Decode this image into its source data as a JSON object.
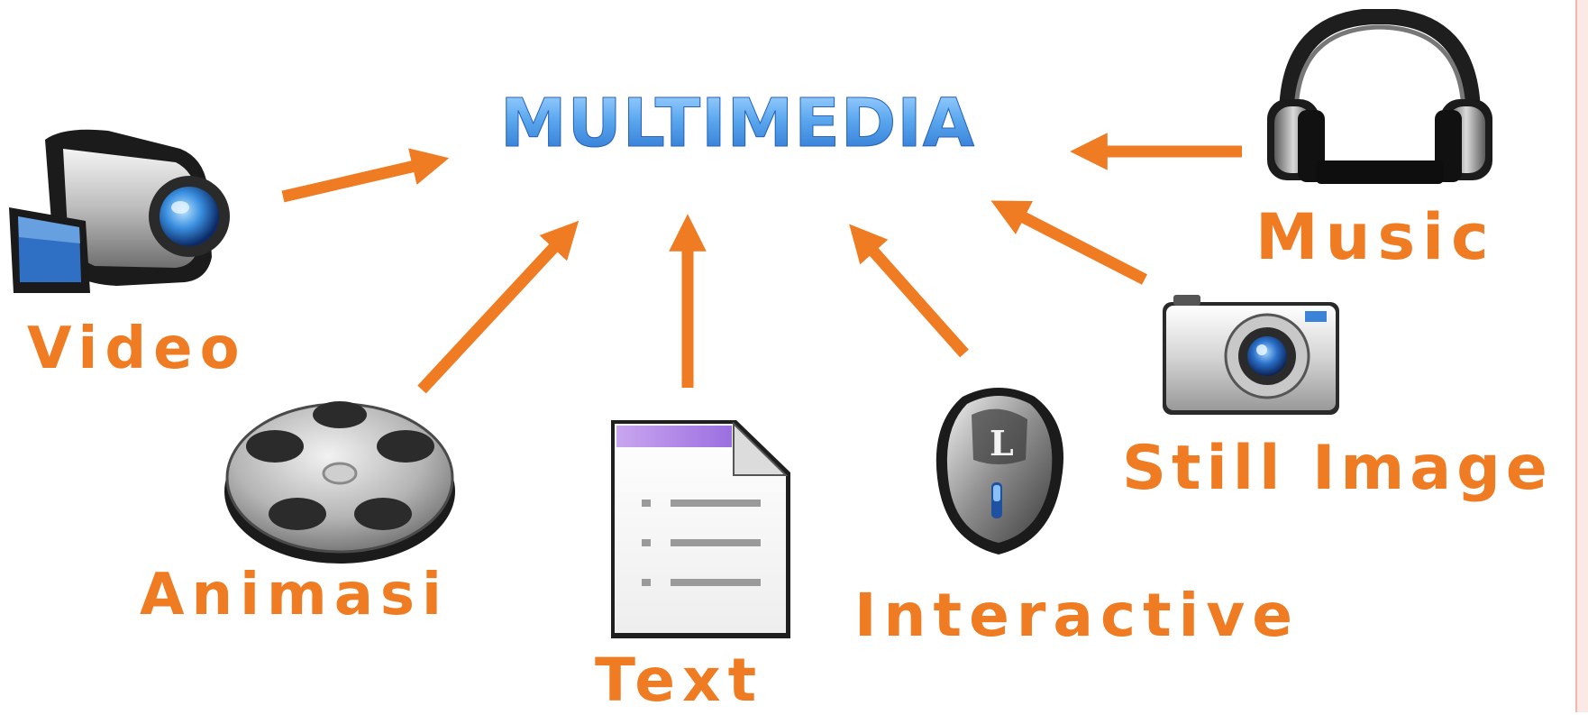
{
  "title": "MULTIMEDIA",
  "colors": {
    "arrow": "#ef7b22",
    "label": "#ef7b22",
    "title": "#3f8fe0"
  },
  "items": [
    {
      "label": "Video",
      "icon": "video-camera-icon"
    },
    {
      "label": "Animasi",
      "icon": "film-reel-icon"
    },
    {
      "label": "Text",
      "icon": "text-document-icon"
    },
    {
      "label": "Interactive",
      "icon": "mouse-icon"
    },
    {
      "label": "Still Image",
      "icon": "camera-icon"
    },
    {
      "label": "Music",
      "icon": "headphones-icon"
    }
  ]
}
